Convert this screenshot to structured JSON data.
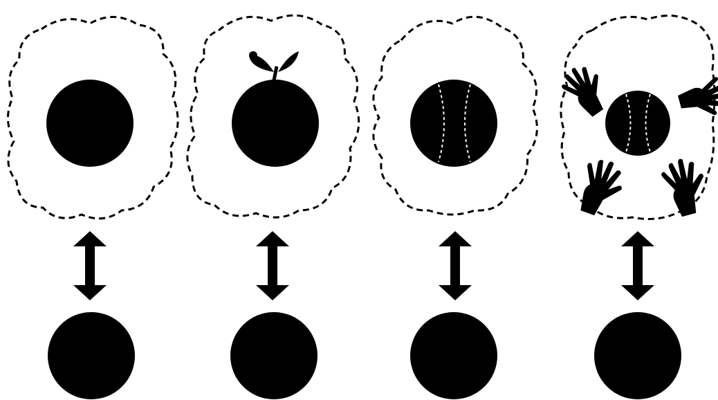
{
  "colors": {
    "background": "#ffffff",
    "ink": "#000000"
  },
  "panels": [
    {
      "id": 1,
      "top_ball": "plain",
      "context": "empty",
      "context_icons": []
    },
    {
      "id": 2,
      "top_ball": "fruit-with-stem-and-leaves",
      "context": "empty",
      "context_icons": []
    },
    {
      "id": 3,
      "top_ball": "ball-with-seams",
      "context": "empty",
      "context_icons": []
    },
    {
      "id": 4,
      "top_ball": "ball-with-seams",
      "context": "hands",
      "context_icons": [
        "hand-icon",
        "hand-icon",
        "hand-icon",
        "hand-icon"
      ]
    }
  ],
  "connector": "double-headed-vertical-arrow",
  "bottom_ball": "plain"
}
